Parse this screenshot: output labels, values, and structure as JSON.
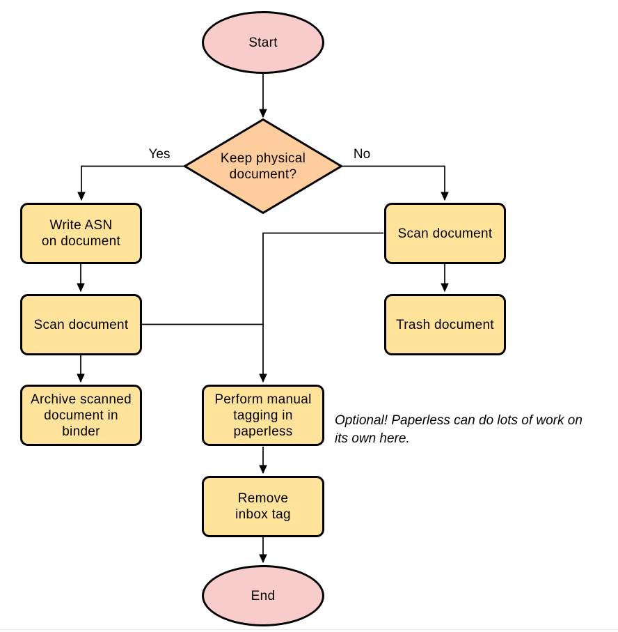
{
  "colors": {
    "terminal_fill": "#f9cccc",
    "decision_fill": "#ffcc9e",
    "process_fill": "#ffe39b",
    "stroke": "#000000"
  },
  "nodes": {
    "start": {
      "label": "Start"
    },
    "decision": {
      "label": [
        "Keep physical",
        "document?"
      ]
    },
    "write_asn": {
      "label": [
        "Write ASN",
        "on document"
      ]
    },
    "scan_left": {
      "label": "Scan document"
    },
    "archive": {
      "label": [
        "Archive scanned",
        "document in",
        "binder"
      ]
    },
    "scan_right": {
      "label": "Scan document"
    },
    "trash": {
      "label": "Trash document"
    },
    "tagging": {
      "label": [
        "Perform manual",
        "tagging in",
        "paperless"
      ]
    },
    "remove_inbox": {
      "label": [
        "Remove",
        "inbox tag"
      ]
    },
    "end": {
      "label": "End"
    }
  },
  "edge_labels": {
    "yes": "Yes",
    "no": "No"
  },
  "note": [
    "Optional! Paperless can do lots of work on",
    "its own here."
  ]
}
